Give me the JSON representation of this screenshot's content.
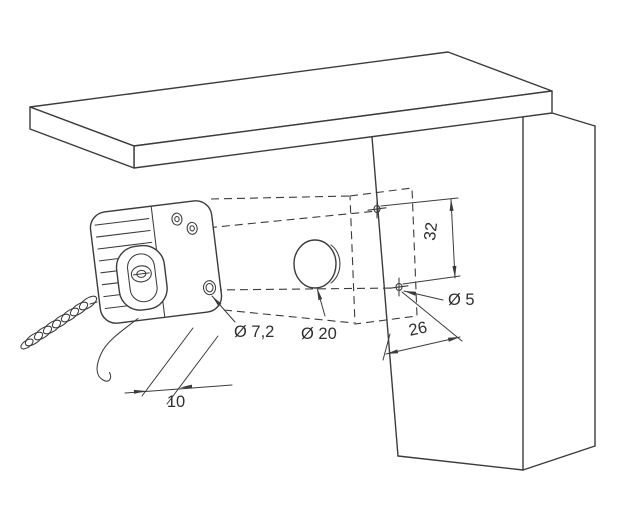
{
  "drawing": {
    "colors": {
      "line": "#3c3c3c",
      "background": "#ffffff"
    },
    "labels": {
      "hole_spacing": "32",
      "edge_distance": "26",
      "bracket_offset": "10",
      "pilot_hole": "Ø 5",
      "bracket_hole": "Ø 7,2",
      "access_hole": "Ø 20"
    }
  }
}
